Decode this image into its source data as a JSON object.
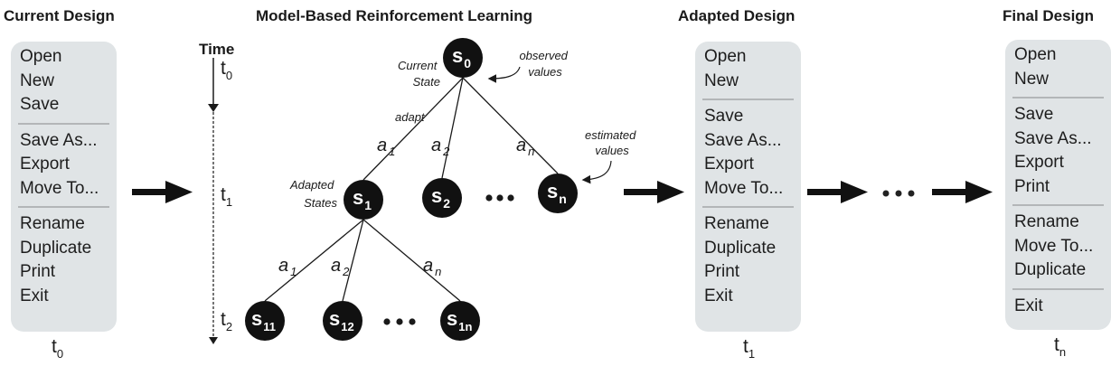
{
  "titles": {
    "current": "Current Design",
    "mbrl": "Model-Based Reinforcement Learning",
    "adapted": "Adapted Design",
    "final": "Final Design"
  },
  "menus": {
    "current": {
      "groups": [
        [
          "Open",
          "New",
          "Save"
        ],
        [
          "Save As...",
          "Export",
          "Move To..."
        ],
        [
          "Rename",
          "Duplicate",
          "Print",
          "Exit"
        ]
      ],
      "time_label": "t",
      "time_sub": "0"
    },
    "adapted": {
      "groups": [
        [
          "Open",
          "New"
        ],
        [
          "Save",
          "Save As...",
          "Export",
          "Move To..."
        ],
        [
          "Rename",
          "Duplicate",
          "Print",
          "Exit"
        ]
      ],
      "time_label": "t",
      "time_sub": "1"
    },
    "final": {
      "groups": [
        [
          "Open",
          "New"
        ],
        [
          "Save",
          "Save As...",
          "Export",
          "Print"
        ],
        [
          "Rename",
          "Move To...",
          "Duplicate"
        ],
        [
          "Exit"
        ]
      ],
      "time_label": "t",
      "time_sub": "n"
    }
  },
  "timeline": {
    "title": "Time",
    "ticks": [
      {
        "label": "t",
        "sub": "0"
      },
      {
        "label": "t",
        "sub": "1"
      },
      {
        "label": "t",
        "sub": "2"
      }
    ]
  },
  "tree": {
    "nodes": [
      {
        "id": "s0",
        "label": "s",
        "sub": "0"
      },
      {
        "id": "s1",
        "label": "s",
        "sub": "1"
      },
      {
        "id": "s2",
        "label": "s",
        "sub": "2"
      },
      {
        "id": "sn",
        "label": "s",
        "sub": "n"
      },
      {
        "id": "s11",
        "label": "s",
        "sub": "11"
      },
      {
        "id": "s12",
        "label": "s",
        "sub": "12"
      },
      {
        "id": "s1n",
        "label": "s",
        "sub": "1n"
      }
    ],
    "edges": [
      {
        "from": "s0",
        "to": "s1",
        "label": "a",
        "sub": "1"
      },
      {
        "from": "s0",
        "to": "s2",
        "label": "a",
        "sub": "2"
      },
      {
        "from": "s0",
        "to": "sn",
        "label": "a",
        "sub": "n"
      },
      {
        "from": "s1",
        "to": "s11",
        "label": "a",
        "sub": "1"
      },
      {
        "from": "s1",
        "to": "s12",
        "label": "a",
        "sub": "2"
      },
      {
        "from": "s1",
        "to": "s1n",
        "label": "a",
        "sub": "n"
      }
    ],
    "annotations": {
      "current_state": [
        "Current",
        "State"
      ],
      "observed_values": [
        "observed",
        "values"
      ],
      "adapt": "adapt",
      "adapted_states": [
        "Adapted",
        "States"
      ],
      "estimated_values": [
        "estimated",
        "values"
      ]
    },
    "ellipsis": "•••"
  },
  "flow_ellipsis": "•••"
}
